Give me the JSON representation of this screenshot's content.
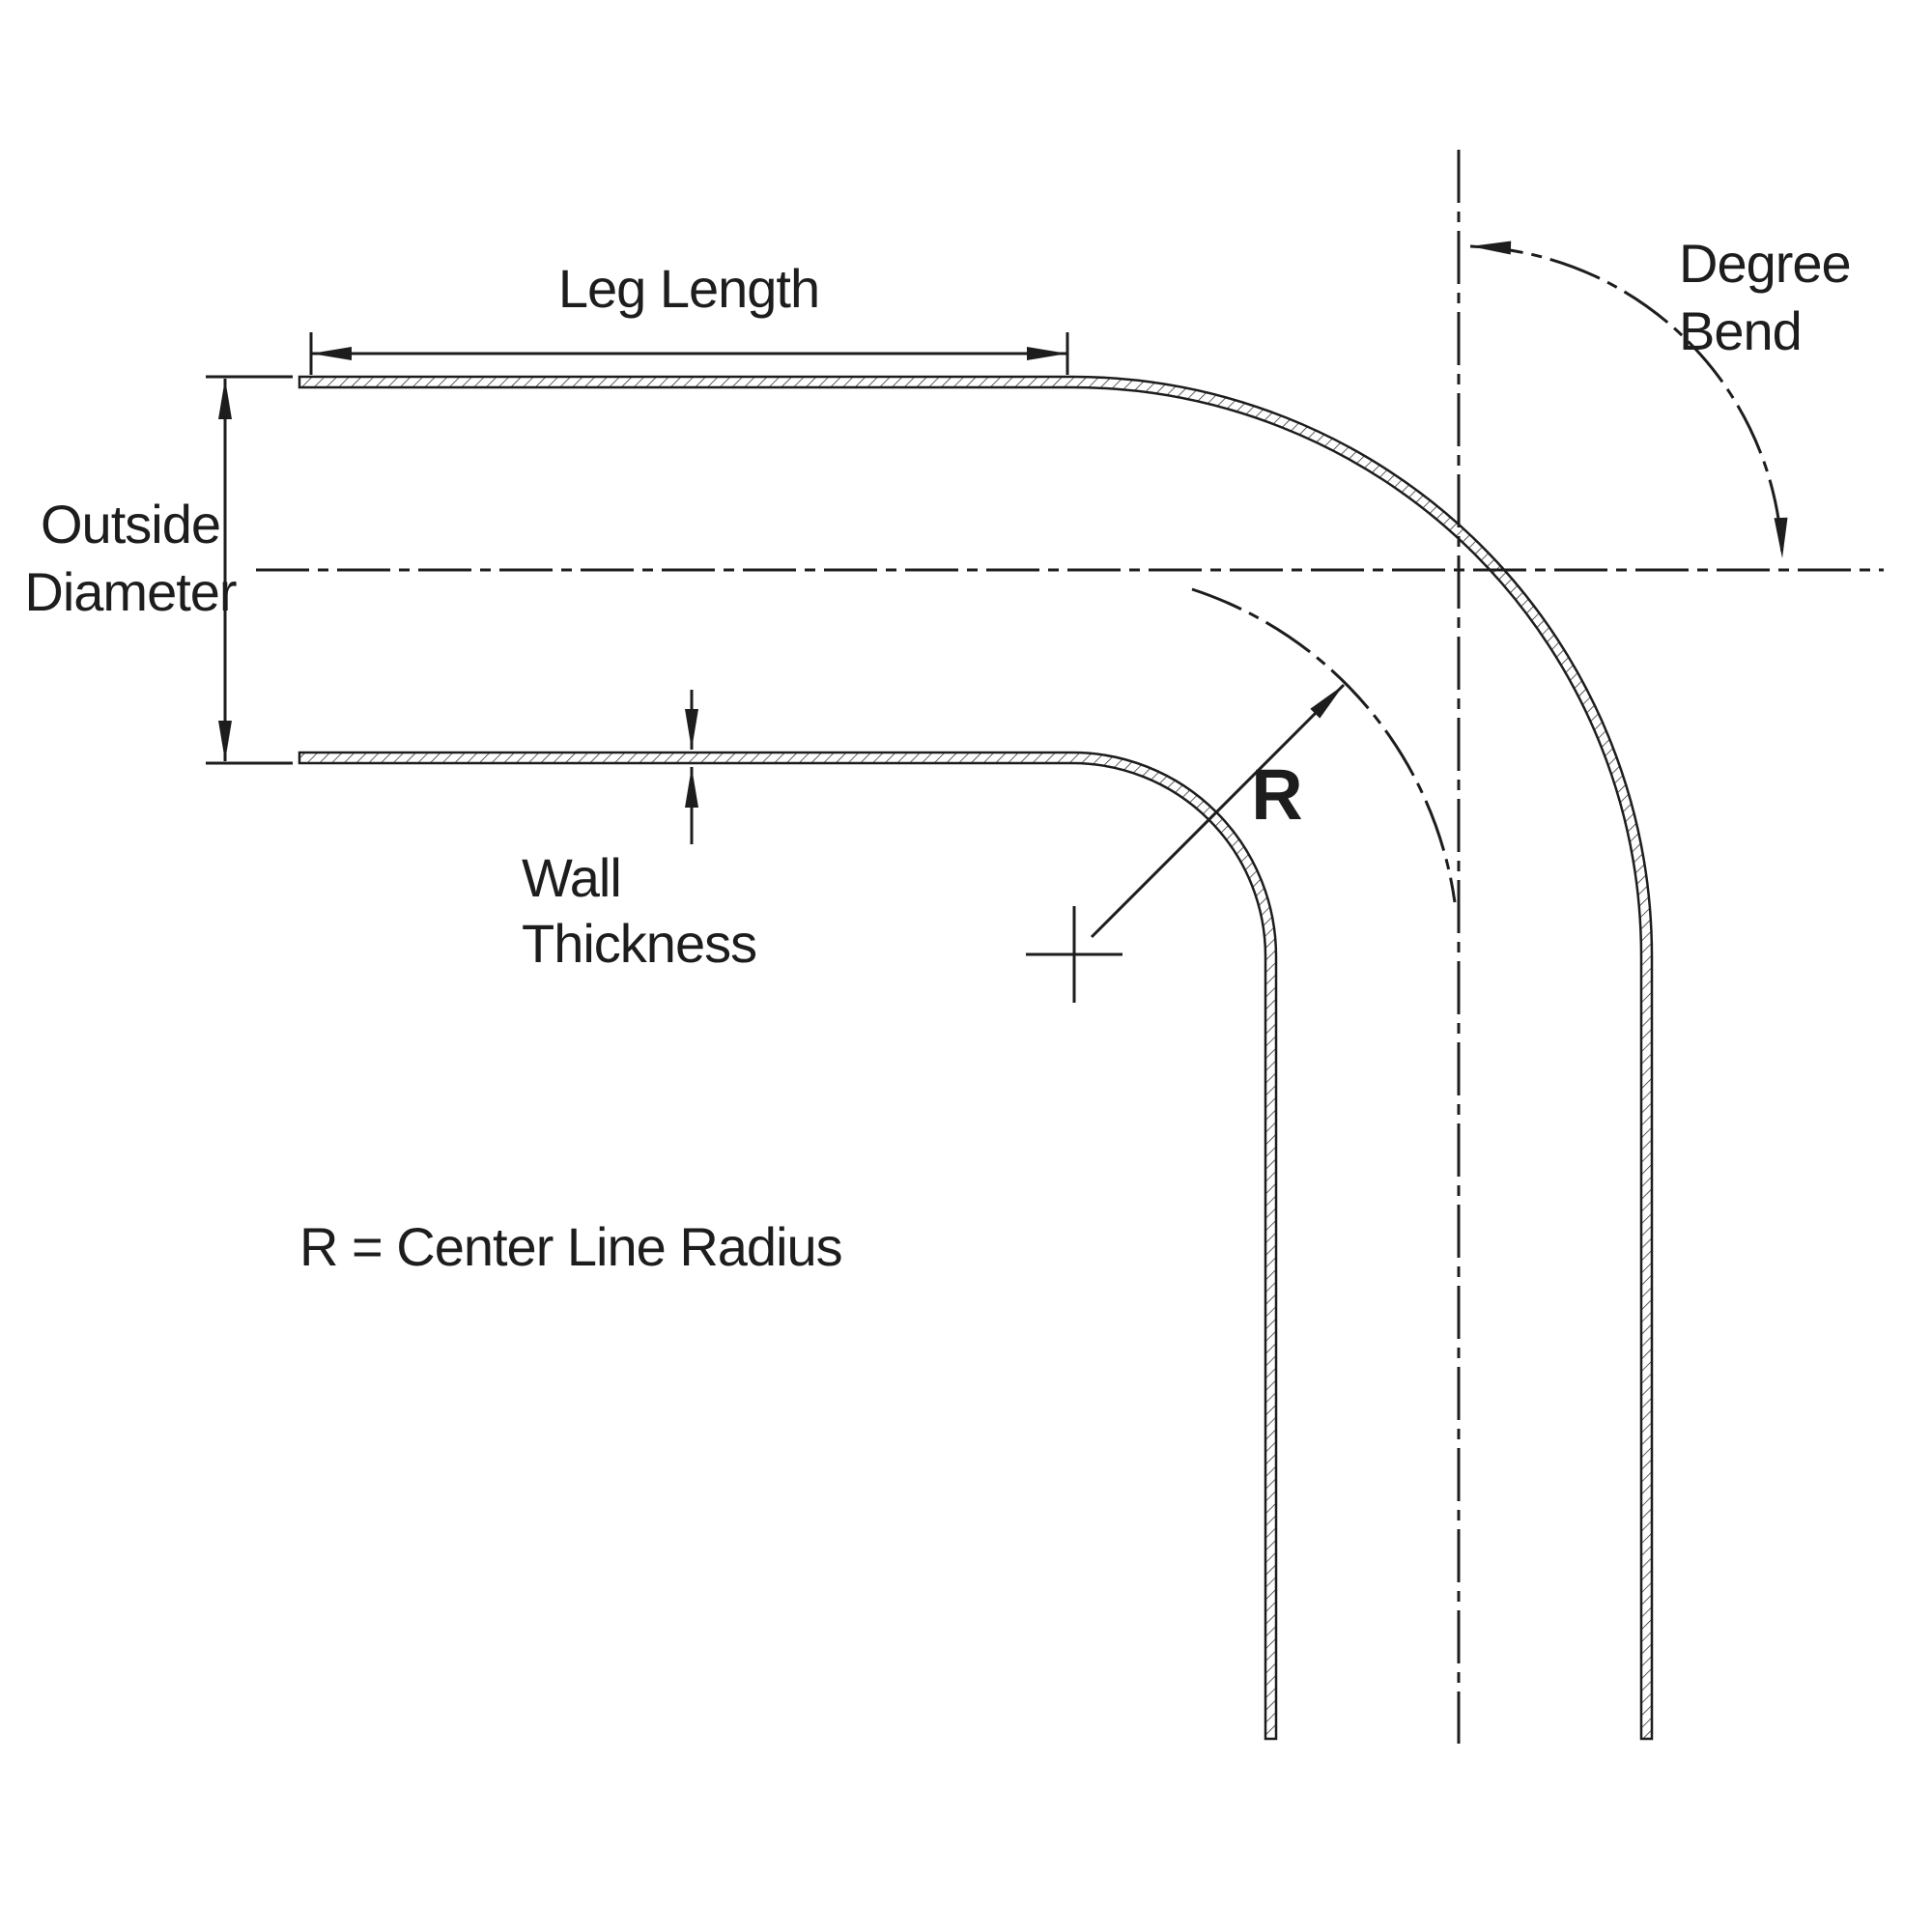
{
  "diagram": {
    "type": "technical-drawing",
    "subject": "90-degree tube bend dimension diagram",
    "labels": {
      "leg_length": "Leg Length",
      "outside_diameter": [
        "Outside",
        "Diameter"
      ],
      "wall_thickness": [
        "Wall",
        "Thickness"
      ],
      "degree_bend": [
        "Degree",
        "Bend"
      ],
      "radius_symbol": "R",
      "radius_note": "R = Center Line Radius"
    },
    "colors": {
      "ink": "#1d1d1d",
      "background": "#ffffff"
    }
  }
}
